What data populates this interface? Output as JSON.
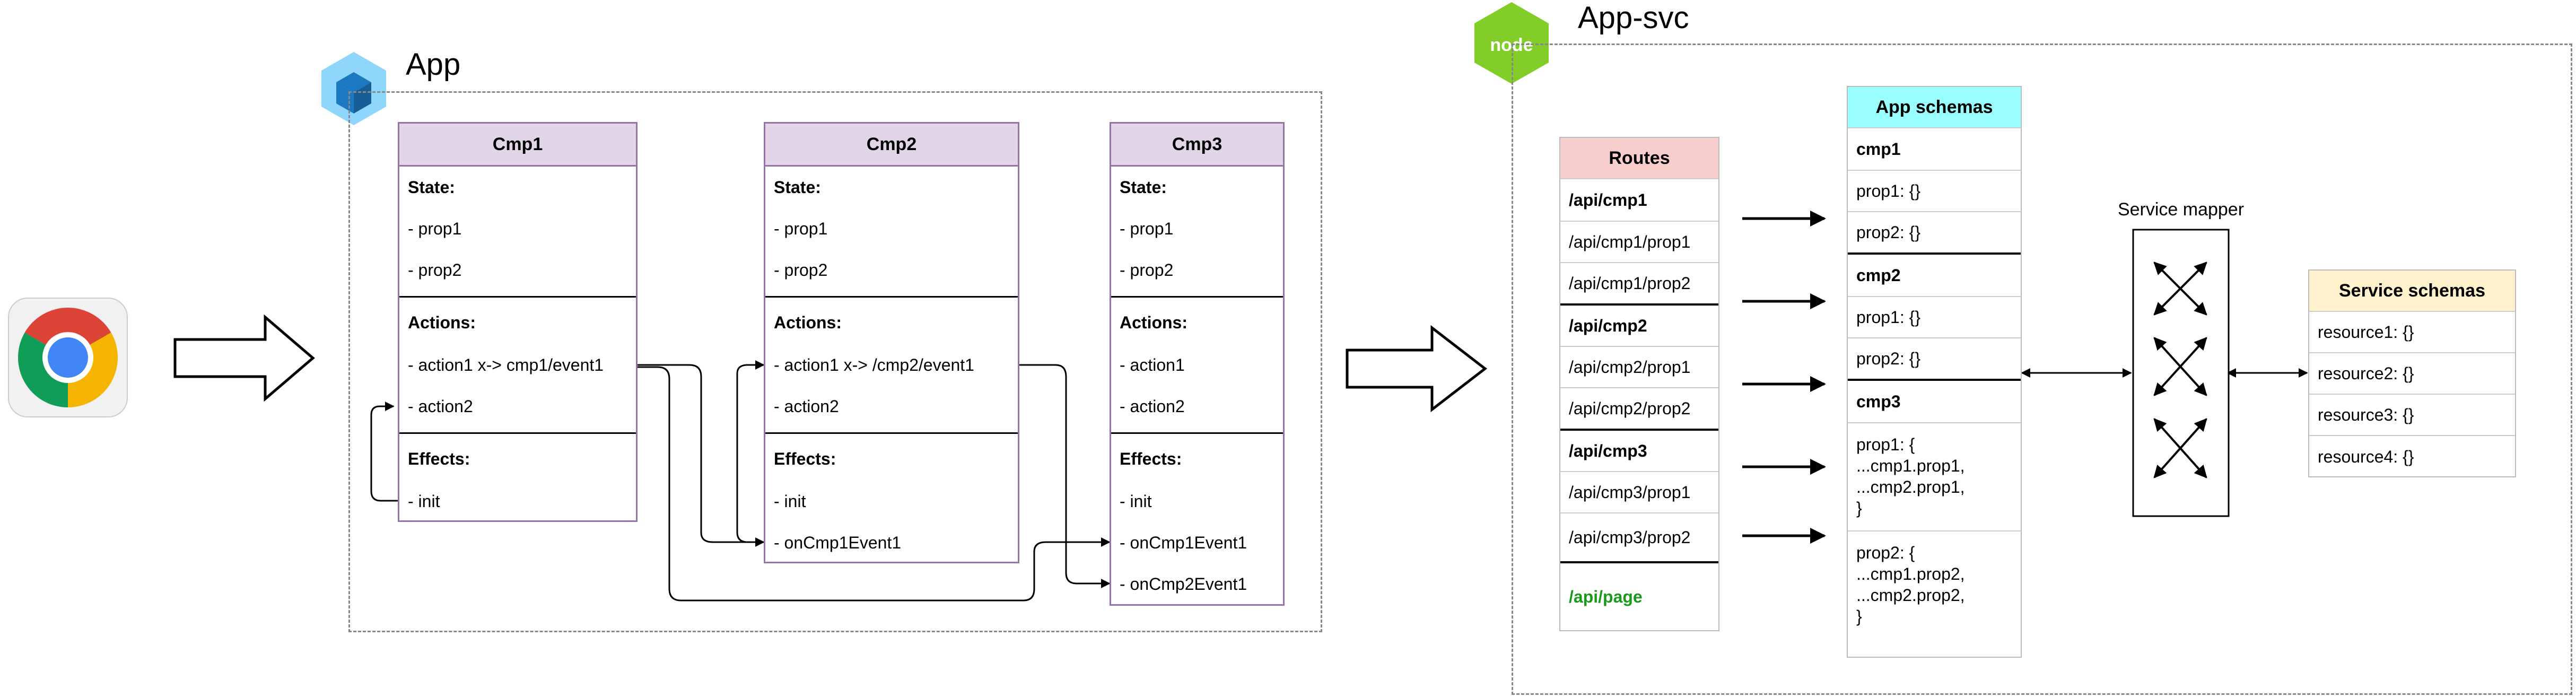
{
  "app_group": {
    "title": "App"
  },
  "svc_group": {
    "title": "App-svc"
  },
  "components": [
    {
      "name": "Cmp1",
      "state_label": "State:",
      "state": [
        "- prop1",
        "- prop2"
      ],
      "actions_label": "Actions:",
      "actions": [
        "- action1 x-> cmp1/event1",
        "- action2"
      ],
      "effects_label": "Effects:",
      "effects": [
        "- init"
      ]
    },
    {
      "name": "Cmp2",
      "state_label": "State:",
      "state": [
        "- prop1",
        "- prop2"
      ],
      "actions_label": "Actions:",
      "actions": [
        "- action1 x-> /cmp2/event1",
        "- action2"
      ],
      "effects_label": "Effects:",
      "effects": [
        "- init",
        "- onCmp1Event1"
      ]
    },
    {
      "name": "Cmp3",
      "state_label": "State:",
      "state": [
        "- prop1",
        "- prop2"
      ],
      "actions_label": "Actions:",
      "actions": [
        "- action1",
        "- action2"
      ],
      "effects_label": "Effects:",
      "effects": [
        "- init",
        "- onCmp1Event1",
        "- onCmp2Event1"
      ]
    }
  ],
  "routes": {
    "header": "Routes",
    "groups": [
      {
        "main": "/api/cmp1",
        "subs": [
          "/api/cmp1/prop1",
          "/api/cmp1/prop2"
        ]
      },
      {
        "main": "/api/cmp2",
        "subs": [
          "/api/cmp2/prop1",
          "/api/cmp2/prop2"
        ]
      },
      {
        "main": "/api/cmp3",
        "subs": [
          "/api/cmp3/prop1",
          "/api/cmp3/prop2"
        ]
      }
    ],
    "page": "/api/page"
  },
  "app_schemas": {
    "header": "App schemas",
    "cmp1": {
      "title": "cmp1",
      "props": [
        "prop1: {}",
        "prop2: {}"
      ]
    },
    "cmp2": {
      "title": "cmp2",
      "props": [
        "prop1: {}",
        "prop2: {}"
      ]
    },
    "cmp3": {
      "title": "cmp3",
      "prop1": "prop1: {\n...cmp1.prop1,\n...cmp2.prop1,\n}",
      "prop2": "prop2: {\n...cmp1.prop2,\n...cmp2.prop2,\n}"
    }
  },
  "service_mapper": {
    "label": "Service mapper"
  },
  "service_schemas": {
    "header": "Service schemas",
    "items": [
      "resource1: {}",
      "resource2: {}",
      "resource3: {}",
      "resource4: {}"
    ]
  },
  "icons": {
    "browser": "chrome-icon",
    "bundler": "webpack-icon",
    "runtime": "nodejs-icon"
  },
  "colors": {
    "component_header": "#e1d5e7",
    "component_border": "#9673a6",
    "routes_header": "#f8cecc",
    "app_schemas_header": "#99ffff",
    "service_schemas_header": "#fff2cc",
    "page_route": "#1a9a1a"
  }
}
